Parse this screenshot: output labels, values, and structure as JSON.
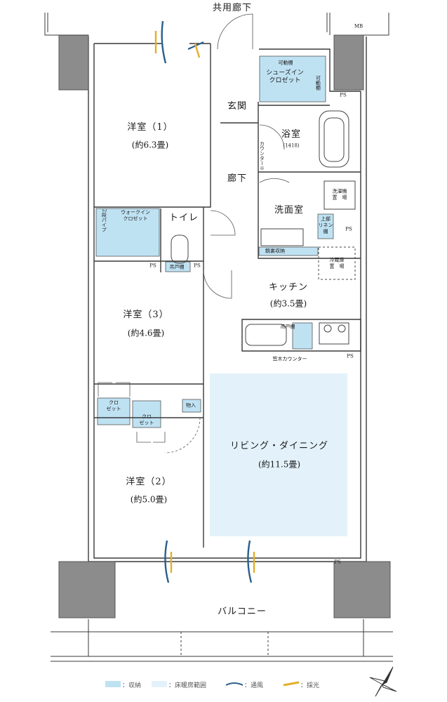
{
  "labels": {
    "corridor_common": "共用廊下",
    "mb": "MB",
    "balcony": "バルコニー",
    "entrance": "玄関",
    "hallway": "廊下",
    "bath": "浴室",
    "bath_size": "(1418)",
    "washroom": "洗面室",
    "toilet": "トイレ",
    "kitchen": "キッチン",
    "kitchen_size": "(約3.5畳)",
    "living": "リビング・ダイニング",
    "living_size": "(約11.5畳)",
    "room1": "洋室（1）",
    "room1_size": "(約6.3畳)",
    "room3": "洋室（3）",
    "room3_size": "(約4.6畳)",
    "room2": "洋室（2）",
    "room2_size": "(約5.0畳)",
    "shoes_closet": "シューズイン\nクロゼット",
    "movable_shelf_top": "可動棚",
    "movable_shelf_side": "可動棚",
    "walkin_closet": "ウォークイン\nクロゼット",
    "two_pipe": "2段パイプ",
    "closet_a": "クロ\nゼット",
    "closet_b": "クロ\nゼット",
    "storage": "物入",
    "hanging_shelf_toilet": "吊戸棚",
    "hanging_shelf_kitchen": "吊戸棚",
    "washer": "洗濯機\n置　場",
    "linen": "上部\nリネン\n棚",
    "mirror_storage": "鏡裏収納",
    "fridge": "冷蔵庫\n置　場",
    "counter_note": "カウンター※",
    "kasagi_counter": "笠木カウンター",
    "ps": "PS"
  },
  "legend": [
    {
      "text": "：収納",
      "color": "#bfe2f3"
    },
    {
      "text": "：床暖房範囲",
      "color": "#e3f2fa"
    },
    {
      "text": "：通風",
      "color": "#2a5f8c"
    },
    {
      "text": "：採光",
      "color": "#e3ae2a"
    }
  ],
  "colors": {
    "storage": "#bfe2f3",
    "floor_heating": "#e3f2fa",
    "wall": "#8c8c8c",
    "line": "#3a3a3a",
    "airflow": "#2a5f8c",
    "light": "#e3ae2a"
  }
}
